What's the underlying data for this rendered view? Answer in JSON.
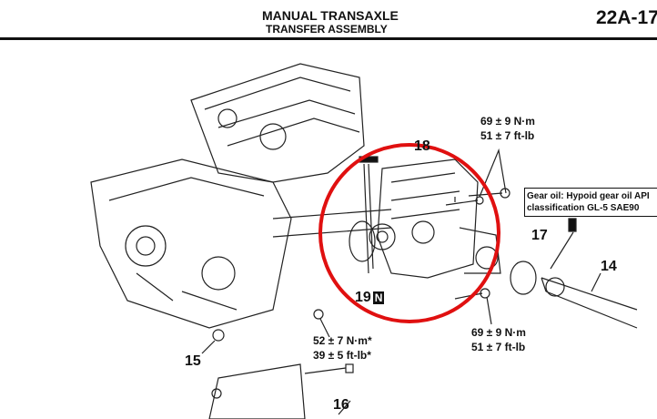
{
  "header": {
    "title": "MANUAL TRANSAXLE",
    "subtitle": "TRANSFER ASSEMBLY",
    "page_number": "22A-17"
  },
  "torque_specs": [
    {
      "nm": "69 ± 9 N·m",
      "ftlb": "51 ± 7 ft-lb"
    },
    {
      "nm": "69 ± 9 N·m",
      "ftlb": "51 ± 7 ft-lb"
    },
    {
      "nm": "52 ± 7 N·m*",
      "ftlb": "39 ± 5 ft-lb*"
    }
  ],
  "note": {
    "line1": "Gear oil: Hypoid gear oil API",
    "line2": "classification GL-5 SAE90"
  },
  "callouts": {
    "c14": "14",
    "c15": "15",
    "c16": "16",
    "c17": "17",
    "c18": "18",
    "c19": "19",
    "n_badge": "N"
  },
  "colors": {
    "highlight_circle": "#e01010"
  }
}
